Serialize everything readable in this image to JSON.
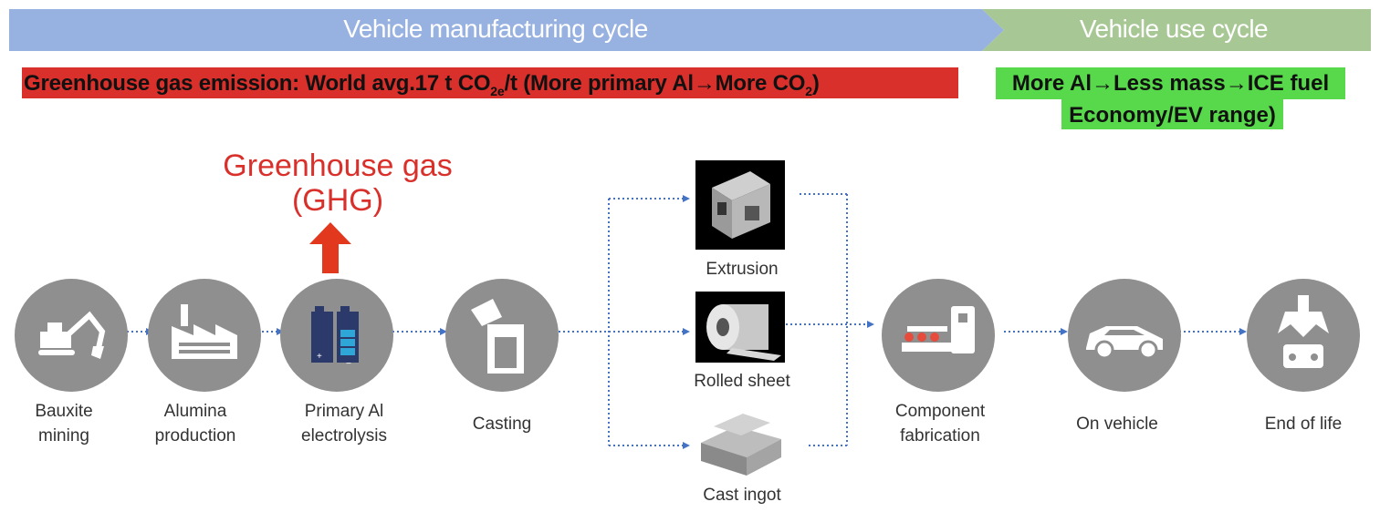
{
  "phases": {
    "manufacturing": "Vehicle manufacturing cycle",
    "use": "Vehicle use cycle"
  },
  "emission_banner": {
    "pre": "Greenhouse gas emission: World avg.17 t CO",
    "sub1": "2e",
    "mid": "/t (More primary Al→More  CO",
    "sub2": "2",
    "post": ")"
  },
  "benefit": {
    "line1": "More Al→Less mass→ICE fuel",
    "line2": "Economy/EV range)"
  },
  "ghg": {
    "line1": "Greenhouse gas",
    "line2": "(GHG)"
  },
  "steps": {
    "bauxite": [
      "Bauxite",
      "mining"
    ],
    "alumina": [
      "Alumina",
      "production"
    ],
    "electrolysis": [
      "Primary Al",
      "electrolysis"
    ],
    "casting": "Casting",
    "extrusion": "Extrusion",
    "rolled": "Rolled sheet",
    "ingot": "Cast ingot",
    "component": [
      "Component",
      "fabrication"
    ],
    "vehicle": "On vehicle",
    "eol": "End of life"
  },
  "colors": {
    "manufacturing_bar": "#97b1e0",
    "use_bar": "#a7c894",
    "emission_red": "#d9302b",
    "benefit_green": "#58d84b",
    "circle_gray": "#8f8f8f",
    "arrow_blue": "#4472c4"
  },
  "icons": [
    "excavator-icon",
    "factory-icon",
    "battery-icon",
    "ladle-icon",
    "conveyor-icon",
    "car-icon",
    "scrap-claw-icon"
  ]
}
